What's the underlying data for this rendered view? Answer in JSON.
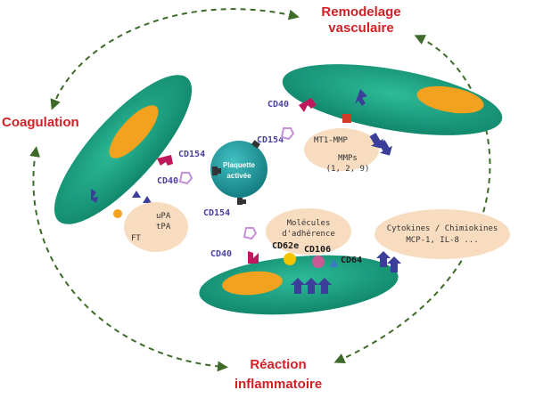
{
  "outcomes": {
    "remodeling": [
      "Remodelage",
      "vasculaire"
    ],
    "coagulation": "Coagulation",
    "inflammation": [
      "Réaction",
      "inflammatoire"
    ]
  },
  "platelet": [
    "Plaquette",
    "activée"
  ],
  "markers": {
    "cd40_top": "CD40",
    "cd154_top": "CD154",
    "cd154_left": "CD154",
    "cd40_left": "CD40",
    "cd154_bottom": "CD154",
    "cd40_bottom": "CD40"
  },
  "top_cell": {
    "mt1mmp": "MT1-MMP",
    "mmps": [
      "MMPs",
      "(1, 2, 9)"
    ]
  },
  "left_cell": {
    "upa": "uPA",
    "tpa": "tPA",
    "ft": "FT"
  },
  "bottom_cell": {
    "adhesion": [
      "Molécules",
      "d'adhérence"
    ],
    "cd62e": "CD62e",
    "cd106": "CD106",
    "cd64": "CD64",
    "cytokines": [
      "Cytokines / Chimiokines",
      "MCP-1, IL-8 ..."
    ]
  },
  "colors": {
    "cell": "#1aa182",
    "cell_dark": "#0e7a63",
    "nucleus": "#f2a21e",
    "platelet": "#1f9ea0",
    "bubble": "#f7dcc0",
    "title": "#d21f26",
    "arrow": "#3e6b2a",
    "receptor": "#c0185c",
    "ligand": "#c590d6",
    "up_arrow": "#3b3f9a"
  }
}
